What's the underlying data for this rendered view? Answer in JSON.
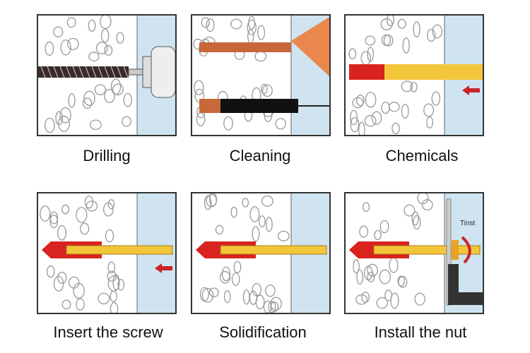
{
  "steps": [
    {
      "label": "Drilling",
      "tool": "drill"
    },
    {
      "label": "Cleaning",
      "tool": "clean"
    },
    {
      "label": "Chemicals",
      "tool": "chem"
    },
    {
      "label": "Insert the screw",
      "tool": "insert"
    },
    {
      "label": "Solidification",
      "tool": "solid"
    },
    {
      "label": "Install the nut",
      "tool": "nut",
      "annotation": "Tinst"
    }
  ],
  "colors": {
    "wall_bg": "#ffffff",
    "cavity": "#cfe4f0",
    "red": "#d9231f",
    "yellow": "#f3c63a",
    "copper": "#c8683a",
    "arrow": "#c8232a"
  }
}
